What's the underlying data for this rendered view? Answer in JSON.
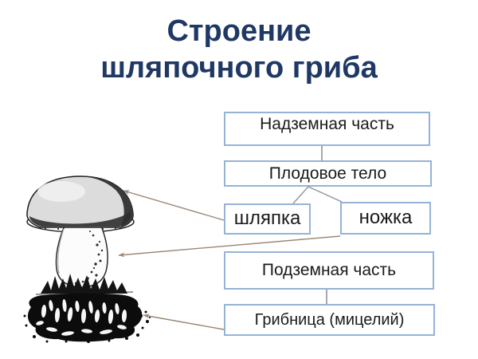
{
  "title": {
    "line1": "Строение",
    "line2": "шляпочного гриба"
  },
  "diagram": {
    "above_ground_part": "Надземная часть",
    "fruiting_body": "Плодовое тело",
    "cap": "шляпка",
    "stalk": "ножка",
    "underground_part": "Подземная часть",
    "mycelium": "Грибница (мицелий)"
  },
  "colors": {
    "title_text": "#1f3864",
    "box_border": "#95b3d7",
    "box_text": "#1a1a1a",
    "connector_line": "#8e939c",
    "pointer_line": "#9a8775",
    "background": "#ffffff",
    "illustration_ink": "#111111"
  }
}
